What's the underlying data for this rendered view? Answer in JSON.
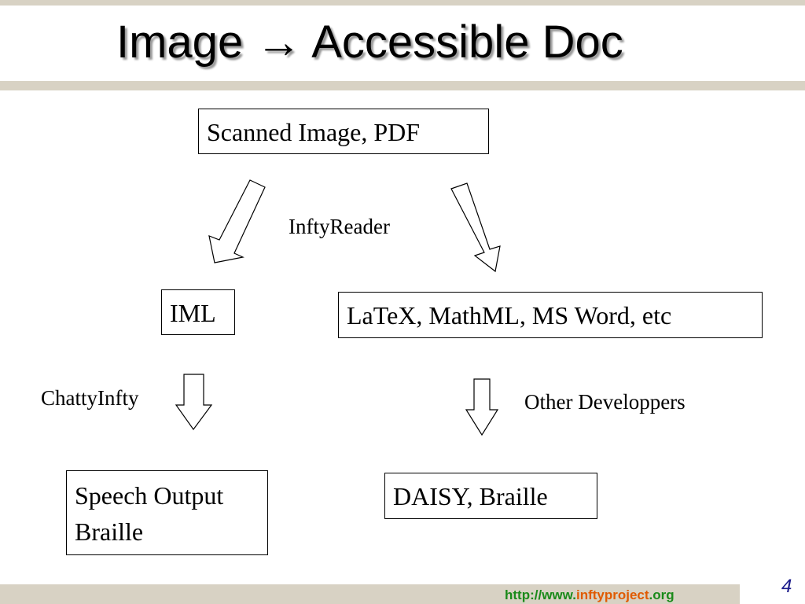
{
  "slide": {
    "title": "Image → Accessible Doc",
    "page_number": "4"
  },
  "diagram": {
    "nodes": {
      "scanned": "Scanned Image, PDF",
      "iml": "IML",
      "latex": "LaTeX, MathML, MS Word, etc",
      "speech_line1": "Speech Output",
      "speech_line2": "Braille",
      "daisy": "DAISY, Braille"
    },
    "edge_labels": {
      "inftyreader": "InftyReader",
      "chattyinfty": "ChattyInfty",
      "other_developers": "Other Developpers"
    }
  },
  "footer": {
    "url_prefix": "http://www.",
    "url_domain": "inftyproject",
    "url_suffix": ".org"
  }
}
